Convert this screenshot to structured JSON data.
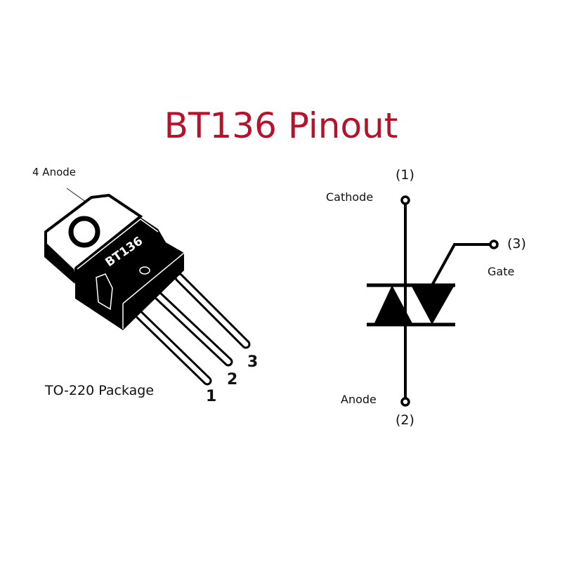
{
  "title": "BT136 Pinout",
  "package": {
    "tab_label": "4 Anode",
    "body_marking": "BT136",
    "package_label": "TO-220 Package",
    "pins": [
      "1",
      "2",
      "3"
    ]
  },
  "symbol": {
    "pin1_number": "(1)",
    "pin1_name": "Cathode",
    "pin2_number": "(2)",
    "pin2_name": "Anode",
    "pin3_number": "(3)",
    "pin3_name": "Gate"
  },
  "colors": {
    "title": "#b5122e"
  }
}
